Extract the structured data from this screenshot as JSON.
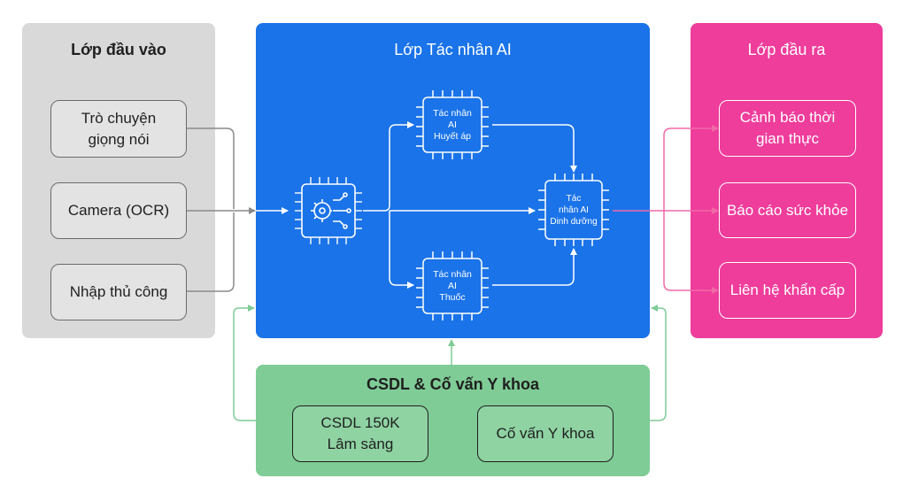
{
  "input_layer": {
    "title": "Lớp đầu vào",
    "items": [
      {
        "label": "Trò chuyện\ngiọng nói"
      },
      {
        "label": "Camera (OCR)"
      },
      {
        "label": "Nhập thủ công"
      }
    ]
  },
  "agent_layer": {
    "title": "Lớp Tác nhân AI",
    "agents": {
      "blood_pressure": "Tác nhân\nAI\nHuyết áp",
      "nutrition": "Tác\nnhân AI\nDinh dưỡng",
      "medication": "Tác nhân\nAI\nThuốc"
    }
  },
  "output_layer": {
    "title": "Lớp đầu ra",
    "items": [
      {
        "label": "Cảnh báo thời\ngian thực"
      },
      {
        "label": "Báo cáo sức khỏe"
      },
      {
        "label": "Liên hệ khẩn cấp"
      }
    ]
  },
  "knowledge_layer": {
    "title": "CSDL & Cố vấn Y khoa",
    "items": [
      {
        "label": "CSDL 150K\nLâm sàng"
      },
      {
        "label": "Cố vấn Y khoa"
      }
    ]
  },
  "colors": {
    "input_bg": "#d9d9d9",
    "agent_bg": "#1a73e8",
    "output_bg": "#ee3d9b",
    "knowledge_bg": "#7fcc96",
    "connector_gray": "#8a8a8a",
    "connector_white": "#ffffff",
    "connector_pink": "#f06aa8",
    "connector_green": "#7fcc96"
  }
}
